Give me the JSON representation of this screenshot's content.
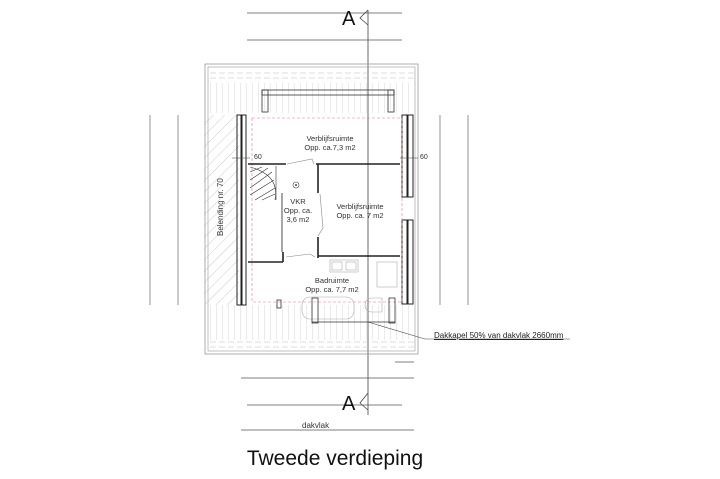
{
  "title": "Tweede verdieping",
  "section_marks": {
    "top": "A",
    "bottom": "A"
  },
  "rooms": [
    {
      "name": "Verblijfsruimte",
      "area": "Opp. ca.7,3 m2"
    },
    {
      "name": "Verblijfsruimte",
      "area": "Opp. ca. 7 m2"
    },
    {
      "name": "VKR",
      "area_line1": "Opp. ca.",
      "area_line2": "3,6 m2"
    },
    {
      "name": "Badruimte",
      "area": "Opp. ca. 7,7 m2"
    }
  ],
  "neighbor_label": "Belending nr. 70",
  "dimensions": {
    "left_offset": "60",
    "right_offset": "60",
    "bottom_label": "dakvlak"
  },
  "callout": "Dakkapel 50% van dakvlak 2660mm",
  "colors": {
    "line": "#333333",
    "dashed_boundary": "#e07a7a",
    "hatch": "#999999"
  }
}
